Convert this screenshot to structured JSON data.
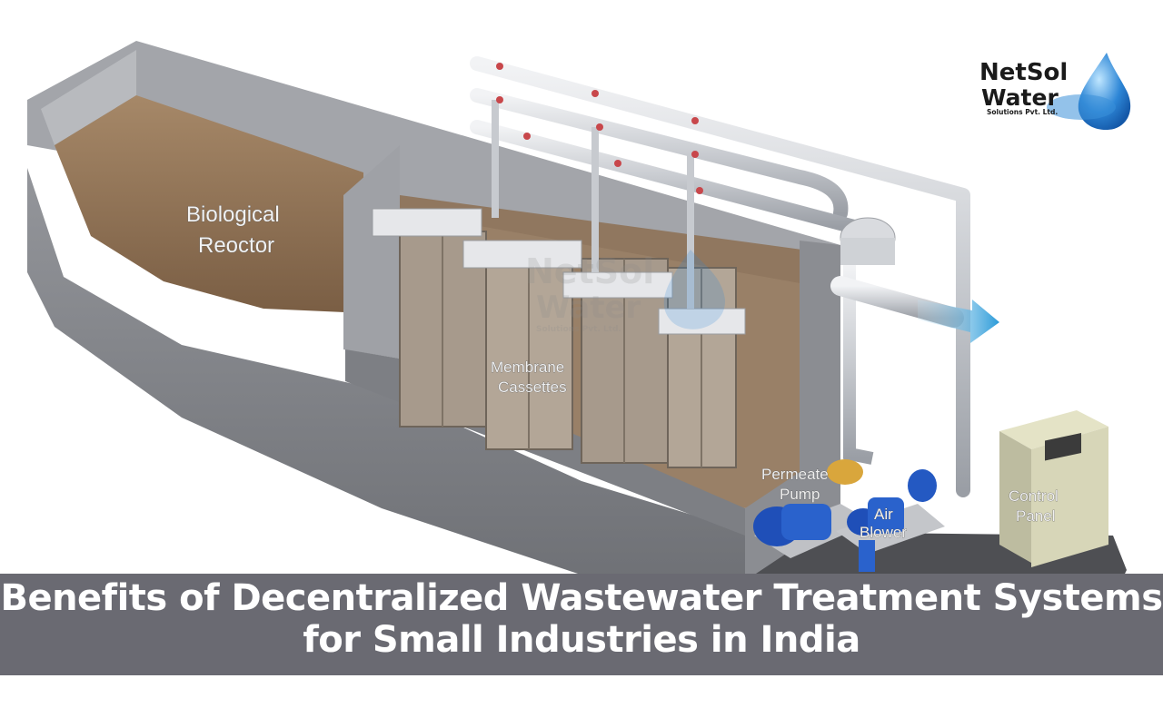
{
  "logo": {
    "line1": "NetSol",
    "line2": "Water",
    "line3": "Solutions Pvt. Ltd."
  },
  "diagram": {
    "labels": {
      "biological_reactor_1": "Biological",
      "biological_reactor_2": "Reoctor",
      "membrane_1": "Membrane",
      "membrane_2": "Cassettes",
      "permeate_pump_1": "Permeate",
      "permeate_pump_2": "Pump",
      "air_blower_1": "Air",
      "air_blower_2": "Blower",
      "control_panel_1": "Control",
      "control_panel_2": "Panel"
    }
  },
  "banner": {
    "title_line1": "Benefits of Decentralized Wastewater Treatment Systems",
    "title_line2": "for Small Industries in India"
  },
  "colors": {
    "tank_wall": "#8e9095",
    "sludge": "#8a6e52",
    "pipe": "#c9ccd1",
    "banner": "#6a6a72",
    "accent_blue": "#2f7fd8"
  }
}
